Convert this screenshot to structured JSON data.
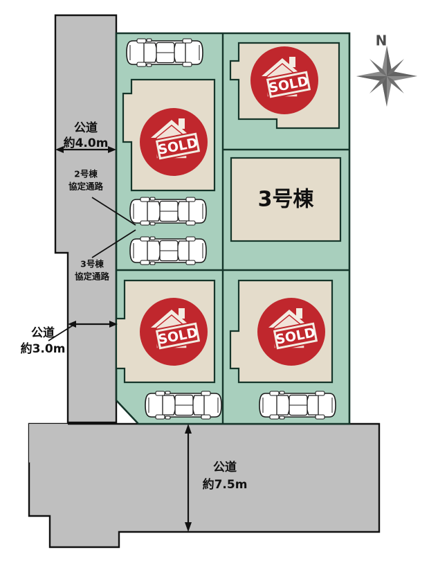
{
  "diagram": {
    "title_visible": false,
    "colors": {
      "road_fill": "#bfbfbf",
      "lot_fill": "#a8cfbd",
      "building_fill": "#e4dccb",
      "outline": "#111111",
      "lot_outline": "#15352a",
      "sold_red": "#c0272d",
      "sold_text": "#ffffff",
      "compass": "#6e6e6e",
      "background": "#ffffff"
    }
  },
  "compass": {
    "north_label": "N",
    "icon": "compass-rose-icon"
  },
  "roads": [
    {
      "id": "road-west-upper",
      "name_line1": "公道",
      "name_line2": "約4.0m",
      "width_m": 4.0,
      "dimension_label": "約4.0m",
      "position": "west-upper"
    },
    {
      "id": "road-west-lower",
      "name_line1": "公道",
      "name_line2": "約3.0m",
      "width_m": 3.0,
      "dimension_label": "約3.0m",
      "position": "west-lower"
    },
    {
      "id": "road-south",
      "name_line1": "公道",
      "name_line2": "約7.5m",
      "width_m": 7.5,
      "dimension_label": "約7.5m",
      "position": "south"
    }
  ],
  "access_paths": [
    {
      "id": "path-building-2",
      "line1": "2号棟",
      "line2": "協定通路"
    },
    {
      "id": "path-building-3",
      "line1": "3号棟",
      "line2": "協定通路"
    }
  ],
  "lots": [
    {
      "id": "lot-northwest",
      "label": "",
      "status": "sold",
      "status_badge": "SOLD",
      "badge_icon": "house-sold-icon",
      "parking_count": 1,
      "position": "northwest"
    },
    {
      "id": "lot-northeast",
      "label": "",
      "status": "sold",
      "status_badge": "SOLD",
      "badge_icon": "house-sold-icon",
      "parking_count": 0,
      "position": "northeast"
    },
    {
      "id": "lot-east-middle",
      "label": "3号棟",
      "status": "available",
      "status_badge": "",
      "badge_icon": "",
      "parking_count": 0,
      "position": "east-middle"
    },
    {
      "id": "lot-southwest",
      "label": "",
      "status": "sold",
      "status_badge": "SOLD",
      "badge_icon": "house-sold-icon",
      "parking_count": 1,
      "position": "southwest"
    },
    {
      "id": "lot-southeast",
      "label": "",
      "status": "sold",
      "status_badge": "SOLD",
      "badge_icon": "house-sold-icon",
      "parking_count": 1,
      "position": "southeast"
    }
  ],
  "parking": [
    {
      "id": "parking-north-1",
      "icon": "car-icon"
    },
    {
      "id": "parking-mid-1",
      "icon": "car-icon"
    },
    {
      "id": "parking-mid-2",
      "icon": "car-icon"
    },
    {
      "id": "parking-south-1",
      "icon": "car-icon"
    },
    {
      "id": "parking-south-2",
      "icon": "car-icon"
    }
  ]
}
